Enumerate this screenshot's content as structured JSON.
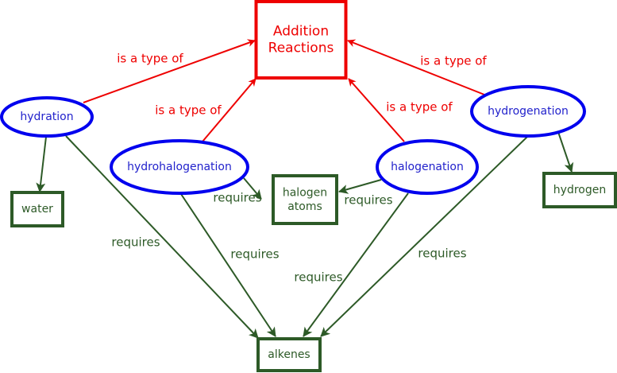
{
  "colors": {
    "red": "#ee0000",
    "blue": "#0000ee",
    "blue_text": "#2222cc",
    "green": "#2d5a27"
  },
  "nodes": [
    {
      "id": "addition",
      "label": [
        "Addition",
        "Reactions"
      ],
      "shape": "box-main"
    },
    {
      "id": "hydration",
      "label": [
        "hydration"
      ],
      "shape": "ellipse"
    },
    {
      "id": "hydrohalogenation",
      "label": [
        "hydrohalogenation"
      ],
      "shape": "ellipse"
    },
    {
      "id": "halogenation",
      "label": [
        "halogenation"
      ],
      "shape": "ellipse"
    },
    {
      "id": "hydrogenation",
      "label": [
        "hydrogenation"
      ],
      "shape": "ellipse"
    },
    {
      "id": "water",
      "label": [
        "water"
      ],
      "shape": "box"
    },
    {
      "id": "halogen_atoms",
      "label": [
        "halogen",
        "atoms"
      ],
      "shape": "box"
    },
    {
      "id": "hydrogen",
      "label": [
        "hydrogen"
      ],
      "shape": "box"
    },
    {
      "id": "alkenes",
      "label": [
        "alkenes"
      ],
      "shape": "box"
    }
  ],
  "edges": [
    {
      "from": "hydration",
      "to": "addition",
      "label": "is a type of",
      "kind": "type"
    },
    {
      "from": "hydrohalogenation",
      "to": "addition",
      "label": "is a type of",
      "kind": "type"
    },
    {
      "from": "halogenation",
      "to": "addition",
      "label": "is a type of",
      "kind": "type"
    },
    {
      "from": "hydrogenation",
      "to": "addition",
      "label": "is a type of",
      "kind": "type"
    },
    {
      "from": "hydration",
      "to": "water",
      "label": "",
      "kind": "req"
    },
    {
      "from": "hydration",
      "to": "alkenes",
      "label": "requires",
      "kind": "req"
    },
    {
      "from": "hydrohalogenation",
      "to": "halogen_atoms",
      "label": "requires",
      "kind": "req"
    },
    {
      "from": "hydrohalogenation",
      "to": "alkenes",
      "label": "requires",
      "kind": "req"
    },
    {
      "from": "halogenation",
      "to": "halogen_atoms",
      "label": "requires",
      "kind": "req"
    },
    {
      "from": "halogenation",
      "to": "alkenes",
      "label": "requires",
      "kind": "req"
    },
    {
      "from": "hydrogenation",
      "to": "hydrogen",
      "label": "",
      "kind": "req"
    },
    {
      "from": "hydrogenation",
      "to": "alkenes",
      "label": "requires",
      "kind": "req"
    }
  ]
}
